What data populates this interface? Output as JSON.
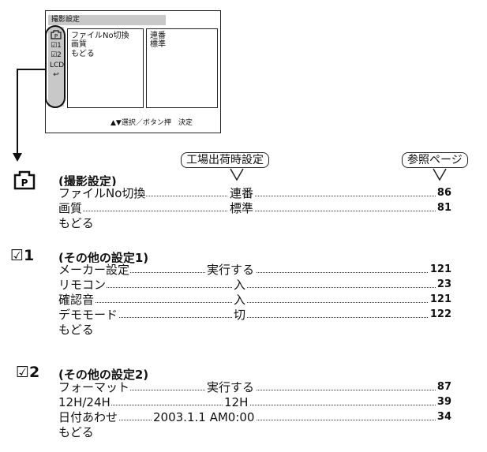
{
  "screen": {
    "title": "撮影設定",
    "icons": [
      "P",
      "☑1",
      "☑2",
      "LCD",
      "↩"
    ],
    "items": [
      "ファイルNo切換",
      "画質",
      "もどる"
    ],
    "values": [
      "連番",
      "標準"
    ],
    "footer": "▲▼選択／ボタン押　決定"
  },
  "legend": {
    "factory": "工場出荷時設定",
    "page": "参照ページ"
  },
  "sections": [
    {
      "icon": "camera-mode-icon",
      "heading": "(撮影設定)",
      "rows": [
        {
          "name": "ファイルNo切換",
          "value": "連番",
          "page": "86"
        },
        {
          "name": "画質",
          "value": "標準",
          "page": "81"
        },
        {
          "name": "もどる"
        }
      ]
    },
    {
      "icon_label": "☑1",
      "heading": "(その他の設定1)",
      "rows": [
        {
          "name": "メーカー設定",
          "value": "実行する",
          "page": "121"
        },
        {
          "name": "リモコン",
          "value": "入",
          "page": "23"
        },
        {
          "name": "確認音",
          "value": "入",
          "page": "121"
        },
        {
          "name": "デモモード",
          "value": "切",
          "page": "122"
        },
        {
          "name": "もどる"
        }
      ]
    },
    {
      "icon_label": "☑2",
      "heading": "(その他の設定2)",
      "rows": [
        {
          "name": "フォーマット",
          "value": "実行する",
          "page": "87"
        },
        {
          "name": "12H/24H",
          "value": "12H",
          "page": "39"
        },
        {
          "name": "日付あわせ",
          "value": "2003.1.1 AM0:00",
          "page": "34"
        },
        {
          "name": "もどる"
        }
      ]
    }
  ]
}
